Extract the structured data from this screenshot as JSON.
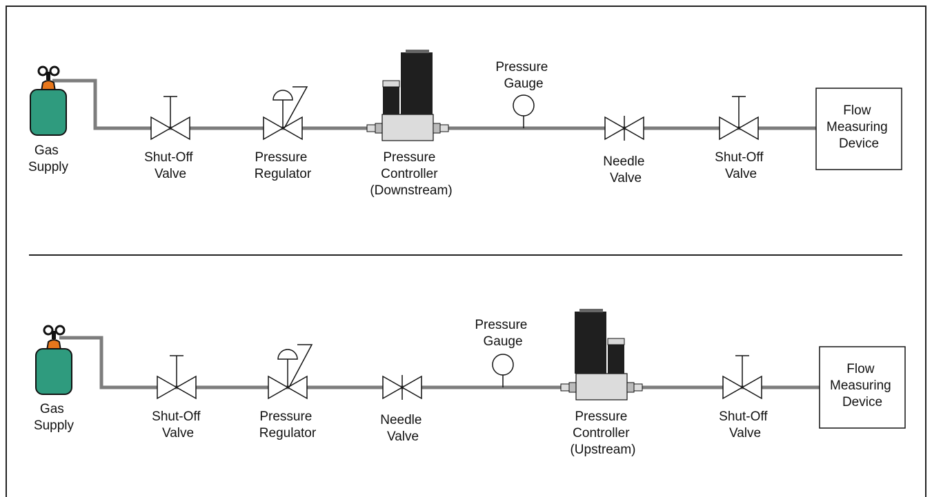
{
  "colors": {
    "pipe": "#7d7d7d",
    "cylinder_body": "#2f9b7e",
    "cylinder_cap": "#e8771c",
    "controller_dark": "#1f1f1f",
    "controller_base": "#dcdcdc",
    "frame": "#222222"
  },
  "top": {
    "gas_supply": [
      "Gas",
      "Supply"
    ],
    "shutoff_valve_1": [
      "Shut-Off",
      "Valve"
    ],
    "pressure_regulator": [
      "Pressure",
      "Regulator"
    ],
    "pressure_controller": [
      "Pressure",
      "Controller",
      "(Downstream)"
    ],
    "pressure_gauge": [
      "Pressure",
      "Gauge"
    ],
    "needle_valve": [
      "Needle",
      "Valve"
    ],
    "shutoff_valve_2": [
      "Shut-Off",
      "Valve"
    ],
    "flow_device": [
      "Flow",
      "Measuring",
      "Device"
    ]
  },
  "bottom": {
    "gas_supply": [
      "Gas",
      "Supply"
    ],
    "shutoff_valve_1": [
      "Shut-Off",
      "Valve"
    ],
    "pressure_regulator": [
      "Pressure",
      "Regulator"
    ],
    "needle_valve": [
      "Needle",
      "Valve"
    ],
    "pressure_gauge": [
      "Pressure",
      "Gauge"
    ],
    "pressure_controller": [
      "Pressure",
      "Controller",
      "(Upstream)"
    ],
    "shutoff_valve_2": [
      "Shut-Off",
      "Valve"
    ],
    "flow_device": [
      "Flow",
      "Measuring",
      "Device"
    ]
  }
}
